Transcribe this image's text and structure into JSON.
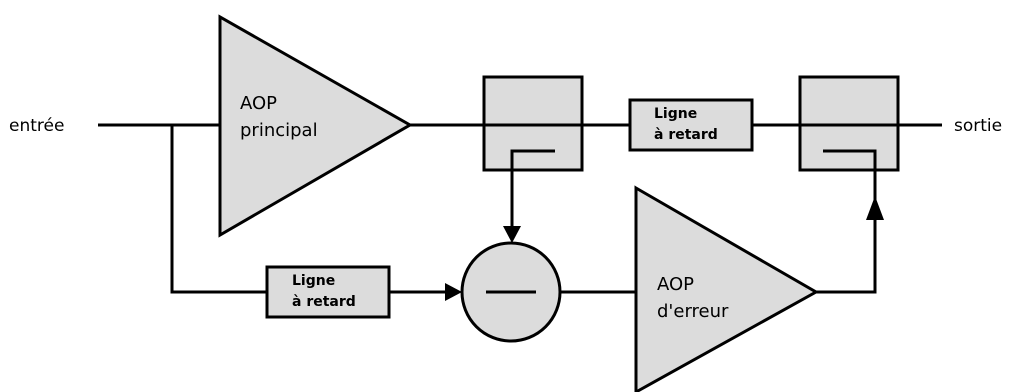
{
  "labels": {
    "input": "entrée",
    "output": "sortie",
    "main_amp_line1": "AOP",
    "main_amp_line2": "principal",
    "error_amp_line1": "AOP",
    "error_amp_line2": "d'erreur",
    "delay_top_line1": "Ligne",
    "delay_top_line2": "à retard",
    "delay_bottom_line1": "Ligne",
    "delay_bottom_line2": "à retard"
  },
  "colors": {
    "block_fill": "#dcdcdc",
    "stroke": "#000000",
    "background": "#ffffff"
  }
}
